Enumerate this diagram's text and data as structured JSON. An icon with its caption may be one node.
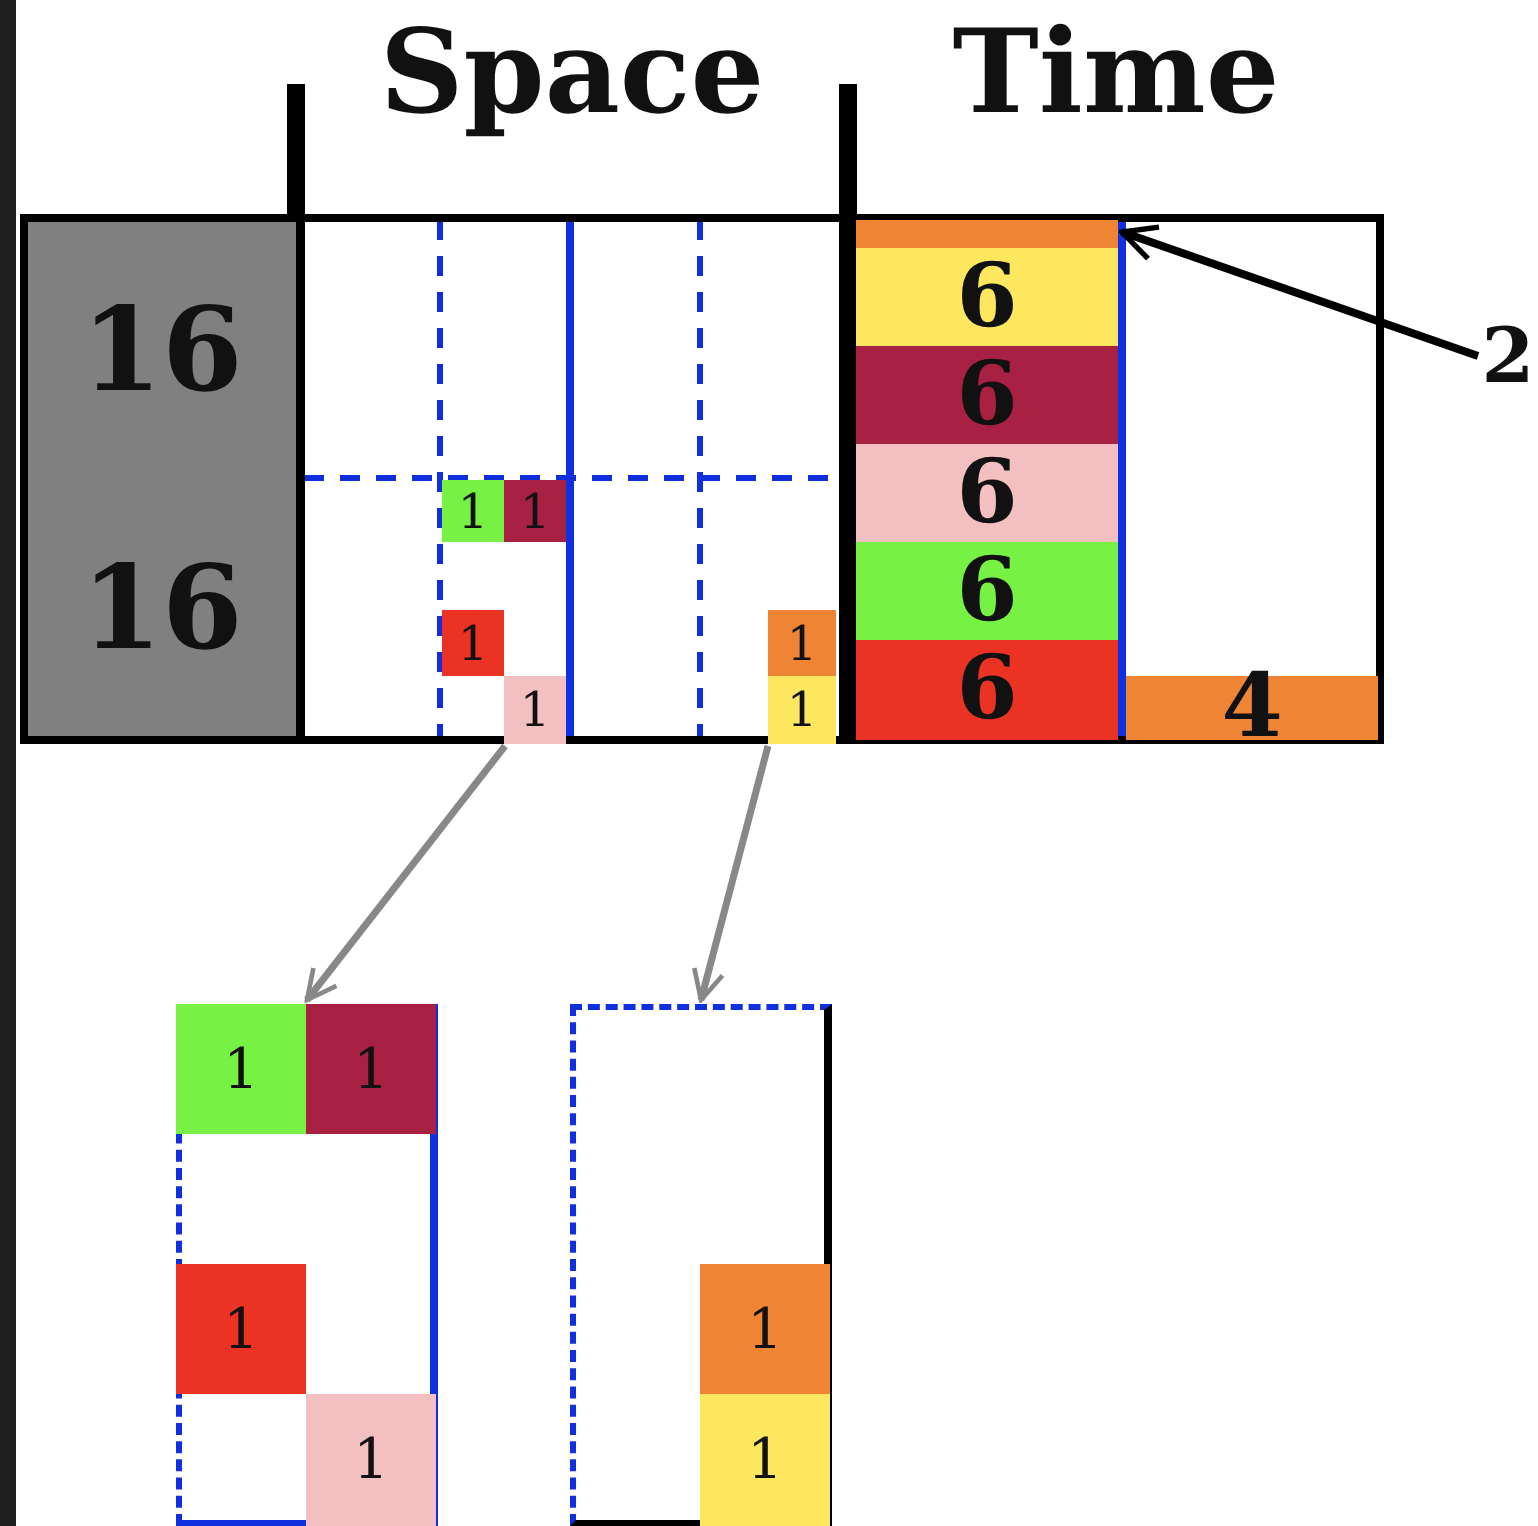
{
  "diagram": {
    "nodes": [
      {
        "text": [
          "16"
        ]
      },
      {
        "text": [
          "16"
        ]
      },
      {
        "text": [
          "Space"
        ]
      },
      {
        "text": [],
        "shape": "box",
        "in": 2
      },
      {
        "text": [
          "1"
        ],
        "in": 3
      },
      {
        "text": [
          "1"
        ],
        "in": 3
      },
      {
        "text": [
          "1"
        ],
        "in": 3
      },
      {
        "text": [
          "1"
        ],
        "in": 3
      },
      {
        "text": [],
        "shape": "box",
        "in": 2
      },
      {
        "text": [
          "1"
        ],
        "in": 8
      },
      {
        "text": [
          "1"
        ],
        "in": 8
      },
      {
        "text": [
          "Time"
        ]
      },
      {
        "text": [],
        "shape": "bar",
        "in": 11
      },
      {
        "text": [
          "6"
        ],
        "in": 11
      },
      {
        "text": [
          "6"
        ],
        "in": 11
      },
      {
        "text": [
          "6"
        ],
        "in": 11
      },
      {
        "text": [
          "6"
        ],
        "in": 11
      },
      {
        "text": [
          "6"
        ],
        "in": 11
      },
      {
        "text": [
          "4"
        ],
        "in": 11
      },
      {
        "text": [
          "2"
        ]
      },
      {
        "text": [],
        "shape": "box"
      },
      {
        "text": [
          "1"
        ],
        "in": 20
      },
      {
        "text": [
          "1"
        ],
        "in": 20
      },
      {
        "text": [
          "1"
        ],
        "in": 20
      },
      {
        "text": [
          "1"
        ],
        "in": 20
      },
      {
        "text": [],
        "shape": "box"
      },
      {
        "text": [
          "1"
        ],
        "in": 25
      },
      {
        "text": [
          "1"
        ],
        "in": 25
      }
    ],
    "edges": [
      {
        "from": 19,
        "to": 12,
        "arrow": "to",
        "color": "#000000"
      },
      {
        "from": 3,
        "to": 20,
        "arrow": "to",
        "color": "#888888"
      },
      {
        "from": 8,
        "to": 25,
        "arrow": "to",
        "color": "#888888"
      }
    ]
  }
}
